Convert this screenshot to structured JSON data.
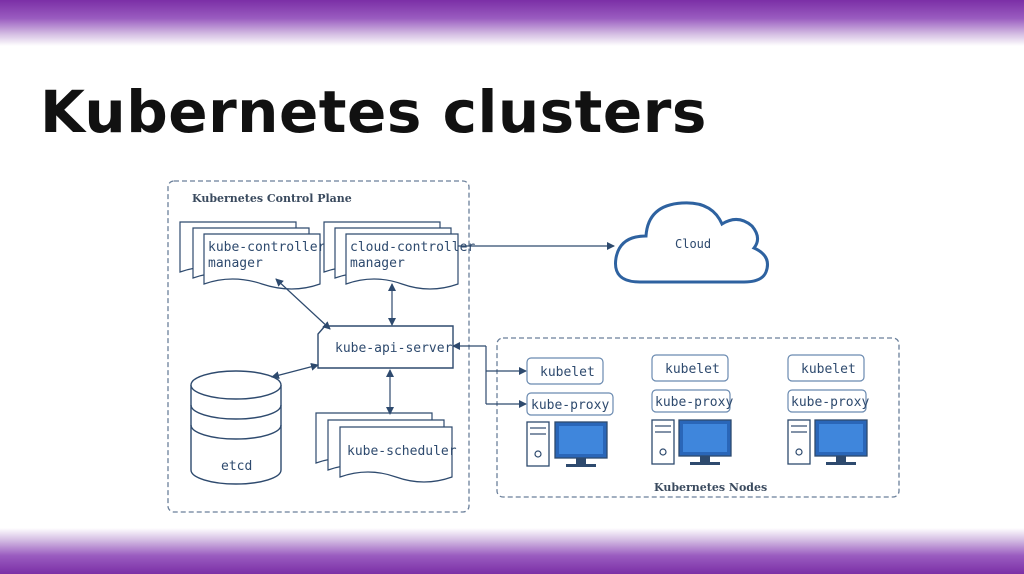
{
  "slide": {
    "title": "Kubernetes clusters"
  },
  "diagram": {
    "control_plane_label": "Kubernetes Control Plane",
    "kube_controller_manager": [
      "kube-controller",
      "manager"
    ],
    "cloud_controller_manager": [
      "cloud-controller",
      "manager"
    ],
    "kube_api_server": "kube-api-server",
    "etcd": "etcd",
    "kube_scheduler": "kube-scheduler",
    "cloud": "Cloud",
    "nodes_label": "Kubernetes Nodes",
    "nodes": [
      {
        "kubelet": "kubelet",
        "kube_proxy": "kube-proxy"
      },
      {
        "kubelet": "kubelet",
        "kube_proxy": "kube-proxy"
      },
      {
        "kubelet": "kubelet",
        "kube_proxy": "kube-proxy"
      }
    ]
  },
  "colors": {
    "accent_purple": "#7b2fa6",
    "diagram_stroke": "#2e4a6e",
    "dashed_border": "#6a7f9a",
    "monitor_screen": "#2a66b8"
  }
}
